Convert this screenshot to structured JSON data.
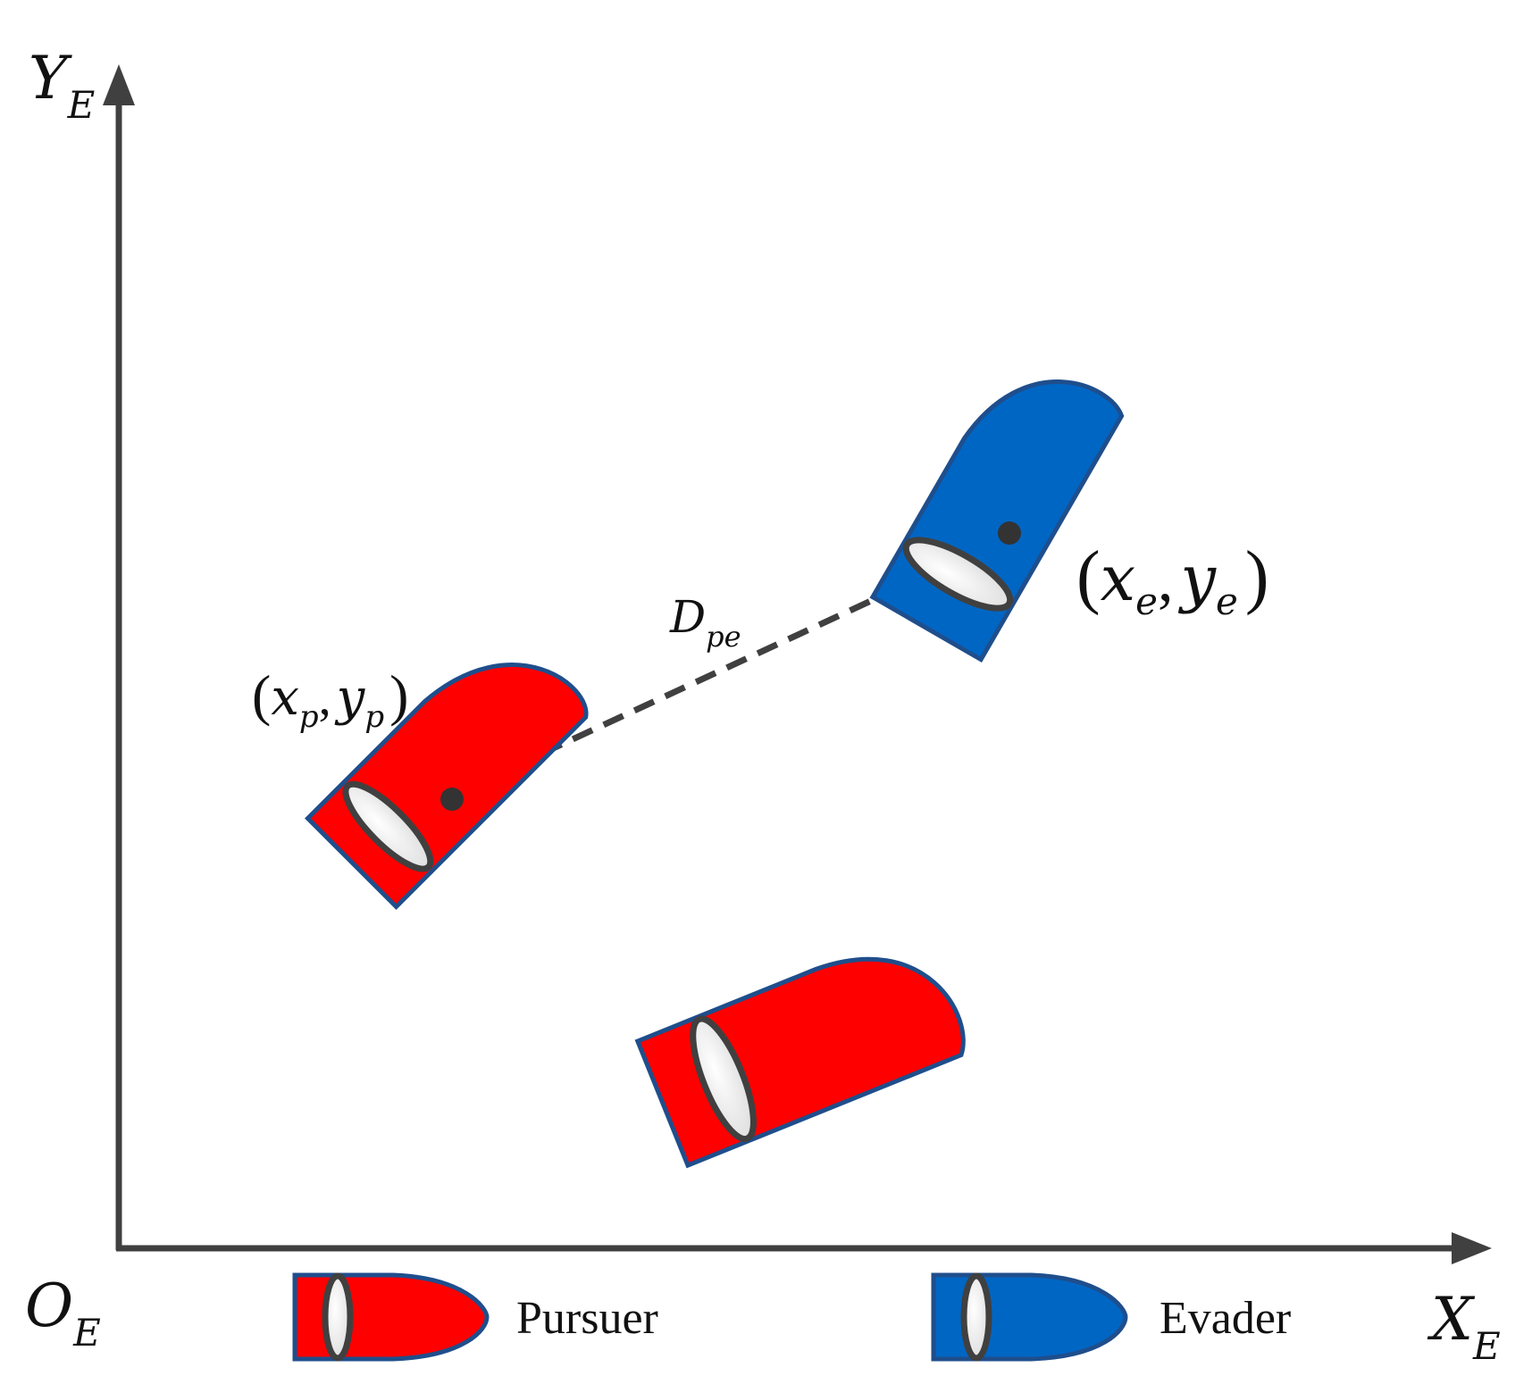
{
  "axes": {
    "y_axis_letter": "Y",
    "y_axis_sub": "E",
    "x_axis_letter": "X",
    "x_axis_sub": "E",
    "origin_letter": "O",
    "origin_sub": "E"
  },
  "labels": {
    "pursuer_position": {
      "open": "(",
      "x": "x",
      "x_sub": "p",
      "comma": ",",
      "y": "y",
      "y_sub": "p",
      "close": ")"
    },
    "evader_position": {
      "open": "(",
      "x": "x",
      "x_sub": "e",
      "comma": ",",
      "y": "y",
      "y_sub": "e",
      "close": ")"
    },
    "distance": {
      "letter": "D",
      "sub": "pe"
    }
  },
  "legend": {
    "pursuer": "Pursuer",
    "evader": "Evader"
  },
  "colors": {
    "pursuer_fill": "#ff0000",
    "evader_fill": "#0066c4",
    "boat_outline": "#1f4e8c",
    "axis": "#404040",
    "dashed_line": "#404040",
    "window_fill": "#f4f4f4"
  }
}
